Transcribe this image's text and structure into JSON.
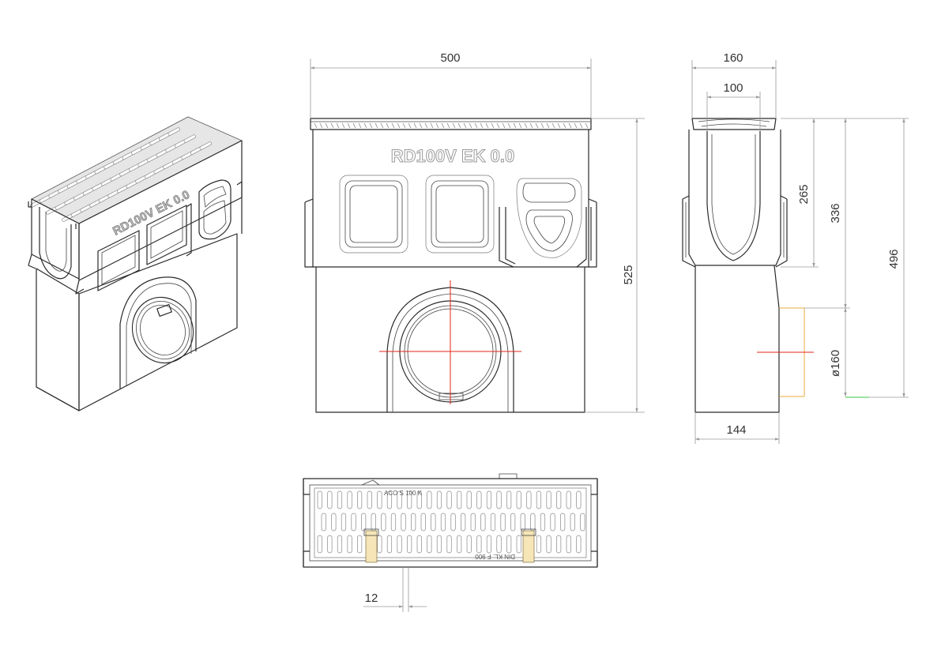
{
  "drawing": {
    "front_label": "RD100V EK 0.0",
    "iso_label": "RD100V EK 0.0",
    "grate_text_top": "ACO S 100 K",
    "grate_text_bottom": "DIN KL. F 900",
    "dimensions": {
      "front_width": "500",
      "front_height": "525",
      "side_top_width": "160",
      "side_inner_width": "100",
      "side_base_width": "144",
      "depth_265": "265",
      "depth_336": "336",
      "depth_496": "496",
      "outlet_diameter": "ø160",
      "plan_gap": "12"
    },
    "colors": {
      "centerline": "#e0241a",
      "outlet_marker": "#e9a93f",
      "invert_marker": "#3cc447"
    }
  }
}
